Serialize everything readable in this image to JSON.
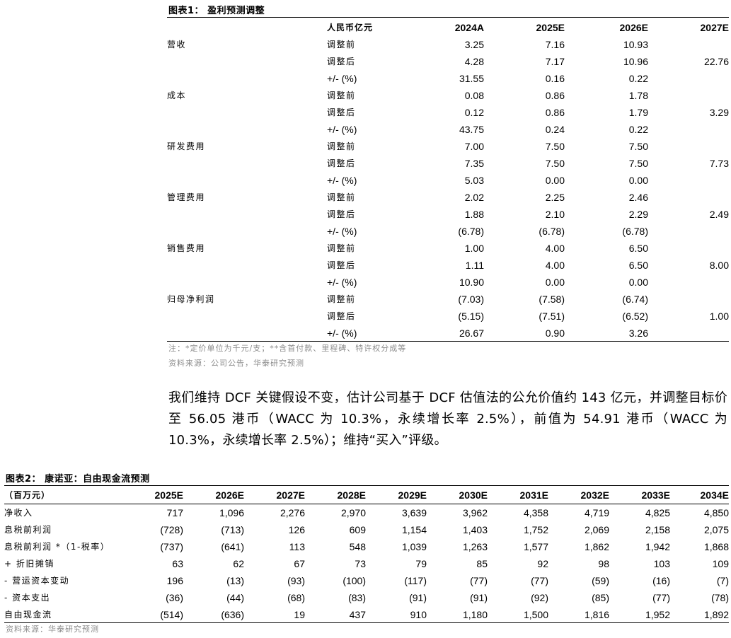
{
  "figure1": {
    "title": "图表1： 盈利预测调整",
    "header": {
      "unit": "人民币亿元",
      "years": [
        "2024A",
        "2025E",
        "2026E",
        "2027E"
      ]
    },
    "groups": [
      {
        "name": "营收",
        "rows": [
          {
            "label": "调整前",
            "values": [
              "3.25",
              "7.16",
              "10.93",
              ""
            ]
          },
          {
            "label": "调整后",
            "values": [
              "4.28",
              "7.17",
              "10.96",
              "22.76"
            ]
          },
          {
            "label": "+/- (%)",
            "values": [
              "31.55",
              "0.16",
              "0.22",
              ""
            ]
          }
        ]
      },
      {
        "name": "成本",
        "rows": [
          {
            "label": "调整前",
            "values": [
              "0.08",
              "0.86",
              "1.78",
              ""
            ]
          },
          {
            "label": "调整后",
            "values": [
              "0.12",
              "0.86",
              "1.79",
              "3.29"
            ]
          },
          {
            "label": "+/- (%)",
            "values": [
              "43.75",
              "0.24",
              "0.22",
              ""
            ]
          }
        ]
      },
      {
        "name": "研发费用",
        "rows": [
          {
            "label": "调整前",
            "values": [
              "7.00",
              "7.50",
              "7.50",
              ""
            ]
          },
          {
            "label": "调整后",
            "values": [
              "7.35",
              "7.50",
              "7.50",
              "7.73"
            ]
          },
          {
            "label": "+/- (%)",
            "values": [
              "5.03",
              "0.00",
              "0.00",
              ""
            ]
          }
        ]
      },
      {
        "name": "管理费用",
        "rows": [
          {
            "label": "调整前",
            "values": [
              "2.02",
              "2.25",
              "2.46",
              ""
            ]
          },
          {
            "label": "调整后",
            "values": [
              "1.88",
              "2.10",
              "2.29",
              "2.49"
            ]
          },
          {
            "label": "+/- (%)",
            "values": [
              "(6.78)",
              "(6.78)",
              "(6.78)",
              ""
            ]
          }
        ]
      },
      {
        "name": "销售费用",
        "rows": [
          {
            "label": "调整前",
            "values": [
              "1.00",
              "4.00",
              "6.50",
              ""
            ]
          },
          {
            "label": "调整后",
            "values": [
              "1.11",
              "4.00",
              "6.50",
              "8.00"
            ]
          },
          {
            "label": "+/- (%)",
            "values": [
              "10.90",
              "0.00",
              "0.00",
              ""
            ]
          }
        ]
      },
      {
        "name": "归母净利润",
        "rows": [
          {
            "label": "调整前",
            "values": [
              "(7.03)",
              "(7.58)",
              "(6.74)",
              ""
            ]
          },
          {
            "label": "调整后",
            "values": [
              "(5.15)",
              "(7.51)",
              "(6.52)",
              "1.00"
            ]
          },
          {
            "label": "+/- (%)",
            "values": [
              "26.67",
              "0.90",
              "3.26",
              ""
            ]
          }
        ]
      }
    ],
    "note": "注：*定价单位为千元/支；**含首付款、里程碑、特许权分成等",
    "source": "资料来源：公司公告，华泰研究预测"
  },
  "paragraph": "我们维持 DCF 关键假设不变，估计公司基于 DCF 估值法的公允价值约 143 亿元，并调整目标价至 56.05 港币（WACC 为 10.3%，永续增长率 2.5%），前值为 54.91 港币（WACC 为 10.3%，永续增长率 2.5%）；维持“买入”评级。",
  "figure2": {
    "title": "图表2： 康诺亚：自由现金流预测",
    "header": {
      "unit": "（百万元）",
      "years": [
        "2025E",
        "2026E",
        "2027E",
        "2028E",
        "2029E",
        "2030E",
        "2031E",
        "2032E",
        "2033E",
        "2034E"
      ]
    },
    "rows": [
      {
        "label": "净收入",
        "values": [
          "717",
          "1,096",
          "2,276",
          "2,970",
          "3,639",
          "3,962",
          "4,358",
          "4,719",
          "4,825",
          "4,850"
        ]
      },
      {
        "label": "息税前利润",
        "values": [
          "(728)",
          "(713)",
          "126",
          "609",
          "1,154",
          "1,403",
          "1,752",
          "2,069",
          "2,158",
          "2,075"
        ]
      },
      {
        "label": "息税前利润 *（1-税率）",
        "values": [
          "(737)",
          "(641)",
          "113",
          "548",
          "1,039",
          "1,263",
          "1,577",
          "1,862",
          "1,942",
          "1,868"
        ]
      },
      {
        "label": "+ 折旧摊销",
        "values": [
          "63",
          "62",
          "67",
          "73",
          "79",
          "85",
          "92",
          "98",
          "103",
          "109"
        ]
      },
      {
        "label": "- 营运资本变动",
        "values": [
          "196",
          "(13)",
          "(93)",
          "(100)",
          "(117)",
          "(77)",
          "(77)",
          "(59)",
          "(16)",
          "(7)"
        ]
      },
      {
        "label": "- 资本支出",
        "values": [
          "(36)",
          "(44)",
          "(68)",
          "(83)",
          "(91)",
          "(91)",
          "(92)",
          "(85)",
          "(77)",
          "(78)"
        ]
      },
      {
        "label": "自由现金流",
        "values": [
          "(514)",
          "(636)",
          "19",
          "437",
          "910",
          "1,180",
          "1,500",
          "1,816",
          "1,952",
          "1,892"
        ]
      }
    ],
    "source": "资料来源：华泰研究预测"
  }
}
